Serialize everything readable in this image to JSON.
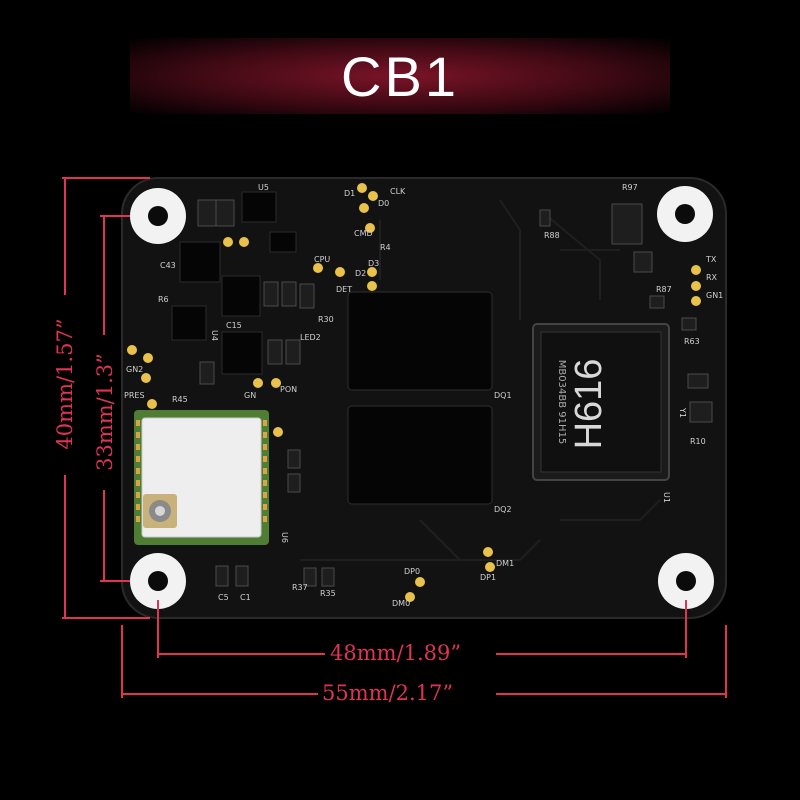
{
  "title": "CB1",
  "chip": {
    "brand": "H616",
    "code": "MB034BB 91H15"
  },
  "dimensions": {
    "height_outer": "40mm/1.57”",
    "height_inner": "33mm/1.3”",
    "width_inner": "48mm/1.89”",
    "width_outer": "55mm/2.17”"
  },
  "silkscreen": {
    "u5": "U5",
    "u4": "U4",
    "u6": "U6",
    "u1": "U1",
    "y1": "Y1",
    "d1": "D1",
    "d0": "D0",
    "clk": "CLK",
    "cmd": "CMD",
    "r88": "R88",
    "r97": "R97",
    "r4": "R4",
    "d3": "D3",
    "d2": "D2",
    "cpu": "CPU",
    "bat": "DET",
    "r30": "R30",
    "led2": "LED2",
    "c43": "C43",
    "c15": "C15",
    "r6": "R6",
    "r45": "R45",
    "gn2": "GN2",
    "pres": "PRES",
    "gn": "GN",
    "pon": "PON",
    "c5": "C5",
    "c1": "C1",
    "r35": "R35",
    "r37": "R37",
    "dp0": "DP0",
    "dm0": "DM0",
    "dm1": "DM1",
    "dp1": "DP1",
    "tx": "TX",
    "rx": "RX",
    "gn1": "GN1",
    "r87": "R87",
    "r63": "R63",
    "r10": "R10",
    "dq1": "DQ1",
    "dq2": "DQ2"
  },
  "colors": {
    "dimension": "#e03454",
    "board": "#111111",
    "pad": "#e8c24a",
    "module": "#5a8a3a"
  }
}
